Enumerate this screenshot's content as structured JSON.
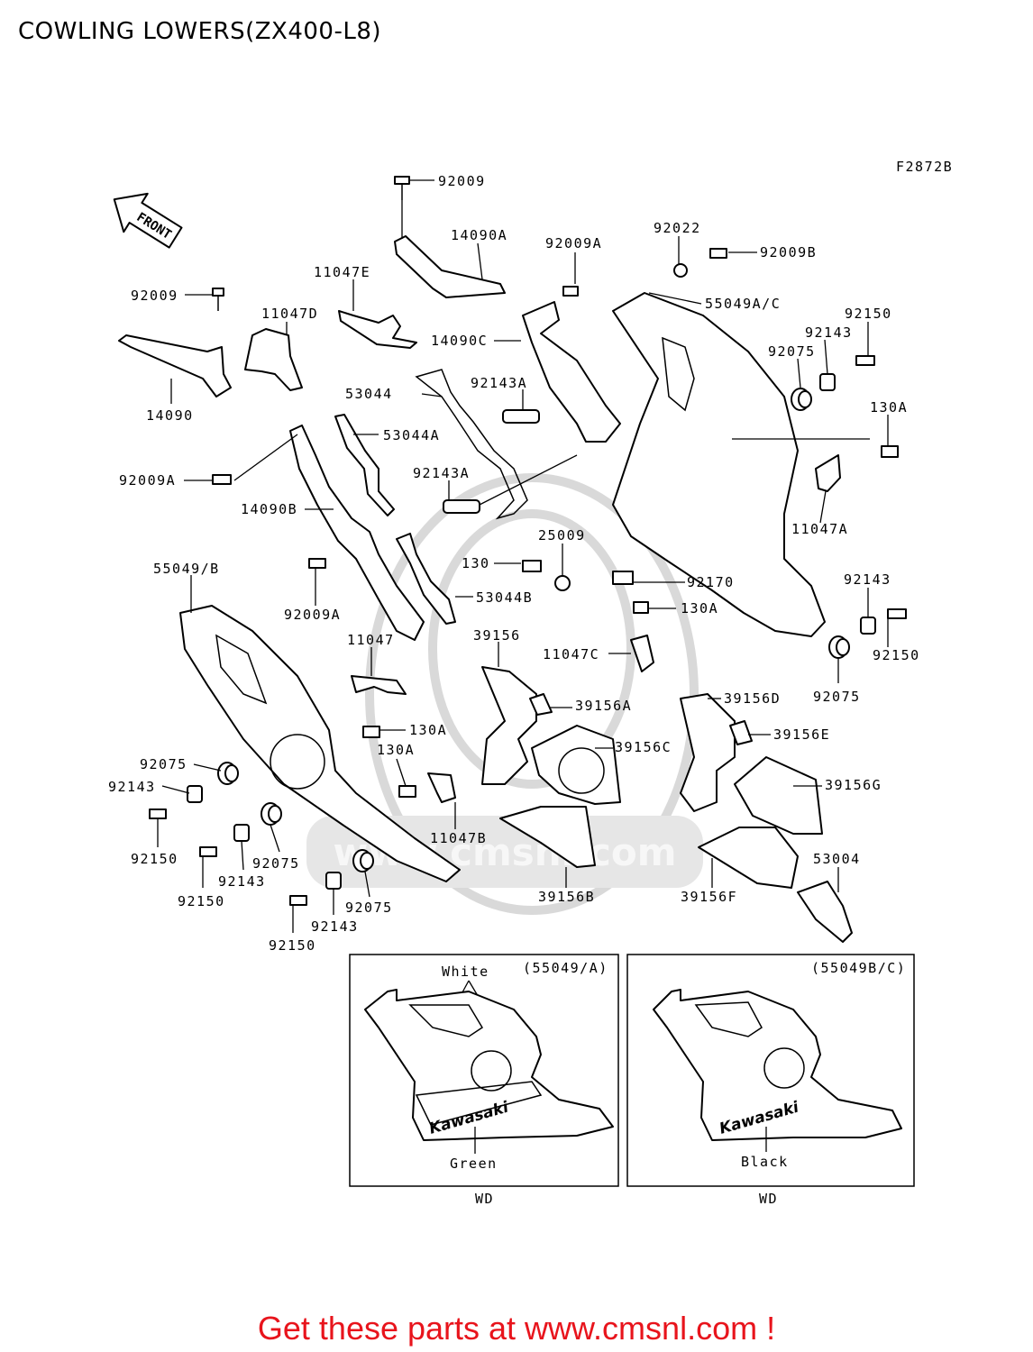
{
  "page": {
    "title": "COWLING LOWERS(ZX400-L8)"
  },
  "diagram": {
    "figure_code": "F2872B",
    "front_arrow": "FRONT",
    "watermark": "www.cmsnl.com",
    "callouts": {
      "c92009_top": "92009",
      "c14090A": "14090A",
      "c92009A_top": "92009A",
      "c92022": "92022",
      "c92009B": "92009B",
      "c11047E": "11047E",
      "c92009_left": "92009",
      "c11047D": "11047D",
      "c55049AC": "55049A/C",
      "c92150_r1": "92150",
      "c92143_r1": "92143",
      "c92075_r1": "92075",
      "c14090C": "14090C",
      "c14090": "14090",
      "c53044": "53044",
      "c92143A_1": "92143A",
      "c130A_r": "130A",
      "c53044A": "53044A",
      "c92009A_left": "92009A",
      "c92143A_2": "92143A",
      "c11047A": "11047A",
      "c14090B": "14090B",
      "c25009": "25009",
      "c130": "130",
      "c92170": "92170",
      "c55049B": "55049/B",
      "c92009A_low": "92009A",
      "c53044B": "53044B",
      "c92143_r2": "92143",
      "c130A_mid": "130A",
      "c39156": "39156",
      "c11047": "11047",
      "c11047C": "11047C",
      "c92150_r2": "92150",
      "c92075_r2": "92075",
      "c39156A": "39156A",
      "c39156D": "39156D",
      "c130A_lo1": "130A",
      "c39156E": "39156E",
      "c130A_lo2": "130A",
      "c39156C": "39156C",
      "c92075_l1": "92075",
      "c92143_l1": "92143",
      "c39156G": "39156G",
      "c11047B": "11047B",
      "c92150_l1": "92150",
      "c92075_l2": "92075",
      "c92143_l2": "92143",
      "c53004": "53004",
      "c92150_l2": "92150",
      "c39156B": "39156B",
      "c39156F": "39156F",
      "c92075_l3": "92075",
      "c92143_l3": "92143",
      "c92150_l3": "92150"
    },
    "inset_a": {
      "ref": "(55049/A)",
      "top_color": "White",
      "bottom_color": "Green",
      "brand": "Kawasaki",
      "code": "WD"
    },
    "inset_b": {
      "ref": "(55049B/C)",
      "bottom_color": "Black",
      "brand": "Kawasaki",
      "code": "WD"
    }
  },
  "promo": {
    "text": "Get these parts at www.cmsnl.com !",
    "color": "#e8141c"
  }
}
